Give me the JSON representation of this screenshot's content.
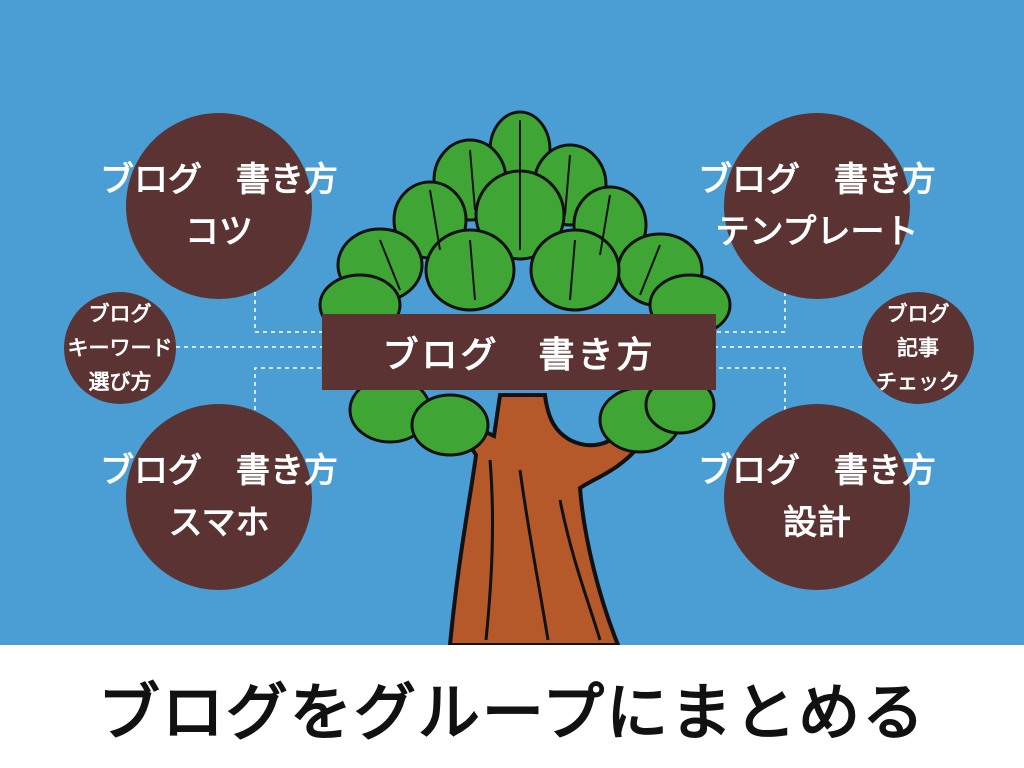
{
  "center": {
    "label": "ブログ　書き方"
  },
  "nodes": {
    "top_left": {
      "line1": "ブログ　書き方",
      "line2": "コツ"
    },
    "top_right": {
      "line1": "ブログ　書き方",
      "line2": "テンプレート"
    },
    "bottom_left": {
      "line1": "ブログ　書き方",
      "line2": "スマホ"
    },
    "bottom_right": {
      "line1": "ブログ　書き方",
      "line2": "設計"
    },
    "mid_left": {
      "line1": "ブログ",
      "line2": "キーワード",
      "line3": "選び方"
    },
    "mid_right": {
      "line1": "ブログ",
      "line2": "記事",
      "line3": "チェック"
    }
  },
  "caption": "ブログをグループにまとめる",
  "colors": {
    "sky": "#4b9ed4",
    "node": "#5a3332",
    "leaf": "#3fa535",
    "trunk": "#b5592a",
    "text": "#ffffff"
  }
}
